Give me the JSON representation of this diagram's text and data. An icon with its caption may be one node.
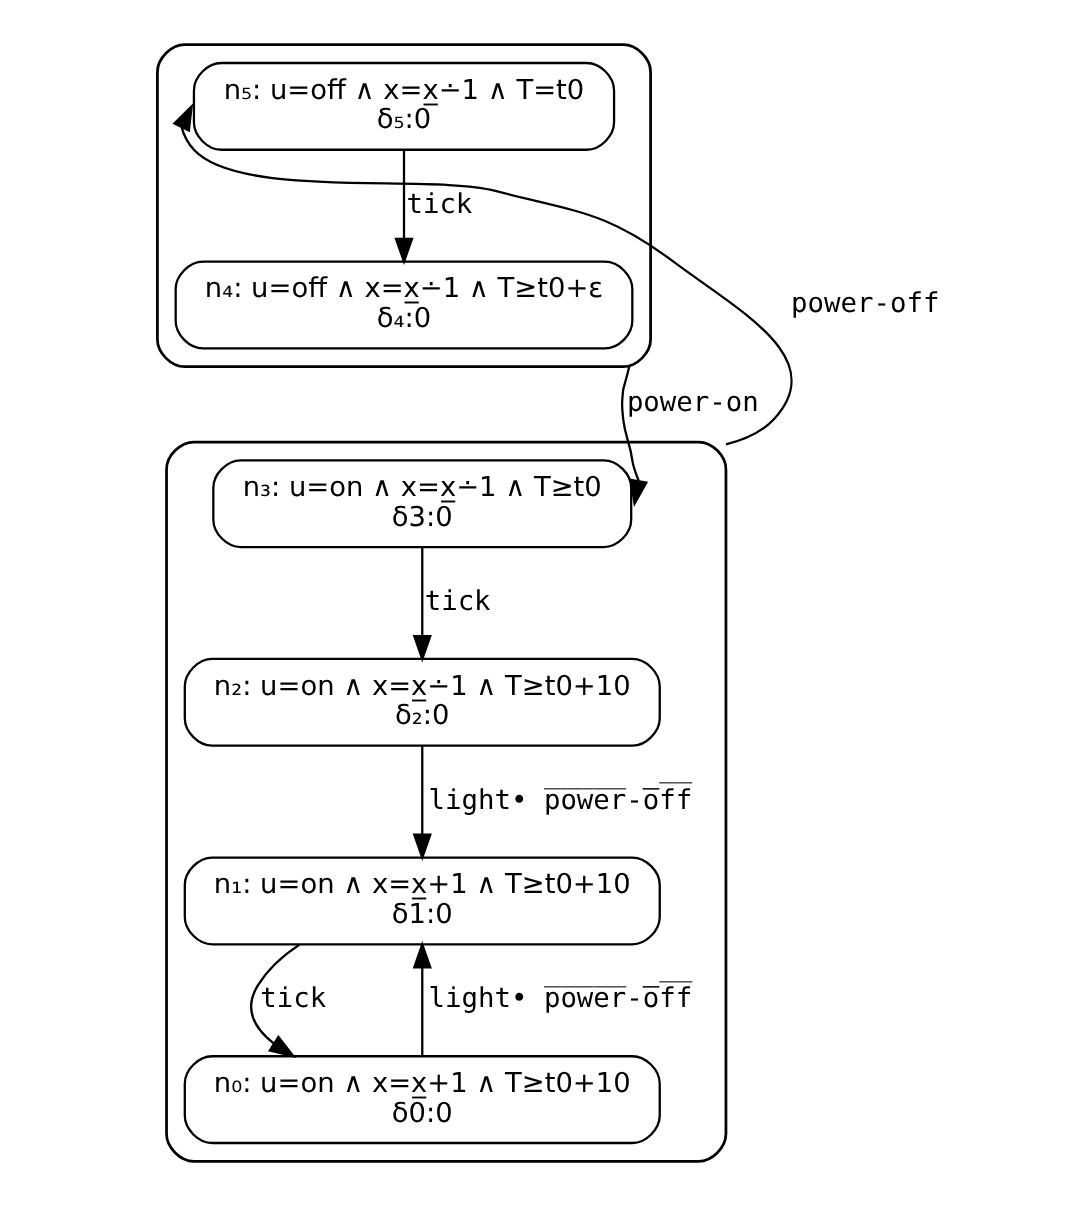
{
  "diagram": {
    "nodes": [
      {
        "text": [],
        "shape": "box"
      },
      {
        "text": [
          "n₅: u=off ∧ x=x̲∸1 ∧ T=t0",
          "δ₅:0"
        ],
        "in": 0
      },
      {
        "text": [
          "n₄: u=off ∧ x=x̲∸1 ∧ T≥t0+ε",
          "δ₄:0"
        ],
        "in": 0
      },
      {
        "text": [],
        "shape": "box"
      },
      {
        "text": [
          "n₃: u=on ∧ x=x̲∸1 ∧ T≥t0",
          "δ3:0"
        ],
        "in": 3
      },
      {
        "text": [
          "n₂: u=on ∧ x=x̲∸1 ∧ T≥t0+10",
          "δ₂:0"
        ],
        "in": 3
      },
      {
        "text": [
          "n₁: u=on ∧ x=x̲+1 ∧ T≥t0+10",
          "δ1:0"
        ],
        "in": 3
      },
      {
        "text": [
          "n₀: u=on ∧ x=x̲+1 ∧ T≥t0+10",
          "δ0:0"
        ],
        "in": 3
      }
    ],
    "edges": [
      {
        "from": 1,
        "to": 2,
        "arrow": "to",
        "label": "tick"
      },
      {
        "from": 3,
        "to": 1,
        "arrow": "to",
        "label": "power-off"
      },
      {
        "from": 0,
        "to": 4,
        "arrow": "to",
        "label": "power-on"
      },
      {
        "from": 4,
        "to": 5,
        "arrow": "to",
        "label": "tick"
      },
      {
        "from": 5,
        "to": 6,
        "arrow": "to",
        "label": "light• p̅o̅w̅e̅r̅-̅o̅f̅f̅"
      },
      {
        "from": 6,
        "to": 7,
        "arrow": "to",
        "label": "tick"
      },
      {
        "from": 7,
        "to": 6,
        "arrow": "to",
        "label": "light• p̅o̅w̅e̅r̅-̅o̅f̅f̅"
      }
    ]
  }
}
